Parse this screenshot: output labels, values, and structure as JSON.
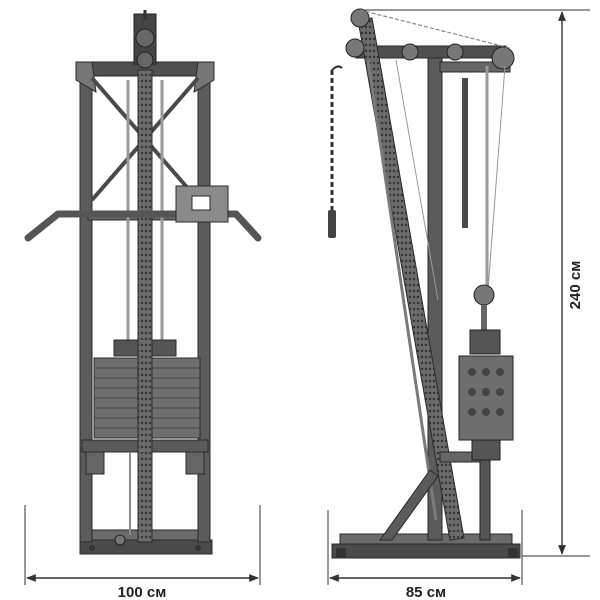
{
  "dimensions": {
    "front_width": "100 см",
    "side_depth": "85 см",
    "height": "240 см"
  },
  "colors": {
    "frame": "#5b5b5b",
    "frame_dark": "#3a3a3a",
    "frame_light": "#8a8a8a",
    "cable": "#9a9a9a",
    "weights": "#6a6a6a",
    "dimension_line": "#333333"
  }
}
